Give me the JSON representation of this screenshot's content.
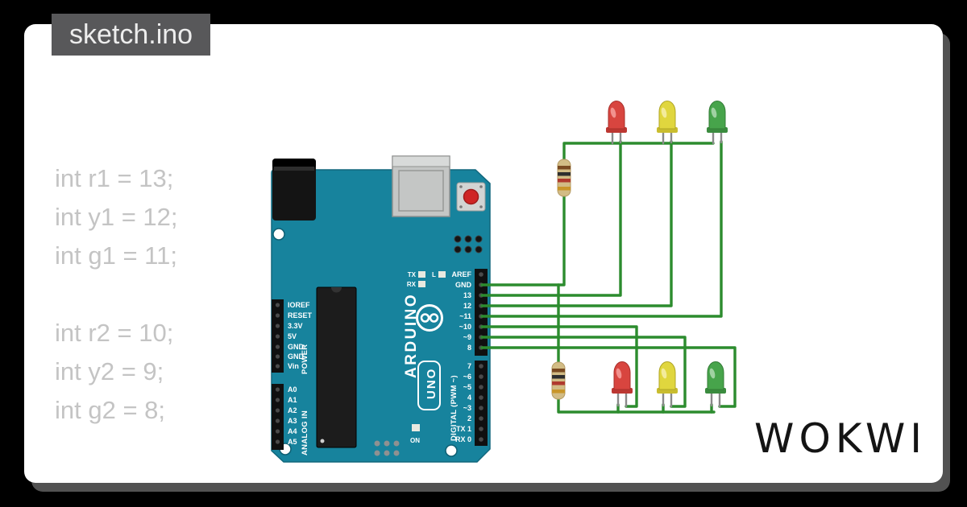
{
  "tab": {
    "title": "sketch.ino"
  },
  "code": {
    "lines": [
      "int r1 = 13;",
      "int y1 = 12;",
      "int g1 = 11;",
      "",
      "int r2 = 10;",
      "int y2 = 9;",
      "int g2 = 8;"
    ]
  },
  "board": {
    "brand": "ARDUINO",
    "model": "UNO",
    "digital_pins": [
      "AREF",
      "GND",
      "13",
      "12",
      "~11",
      "~10",
      "~9",
      "8",
      "7",
      "~6",
      "~5",
      "4",
      "~3",
      "2",
      "TX 1",
      "RX 0"
    ],
    "digital_caption": "DIGITAL (PWM ~)",
    "power_pins": [
      "IOREF",
      "RESET",
      "3.3V",
      "5V",
      "GND",
      "GND",
      "Vin"
    ],
    "power_caption": "POWER",
    "analog_pins": [
      "A0",
      "A1",
      "A2",
      "A3",
      "A4",
      "A5"
    ],
    "analog_caption": "ANALOG IN",
    "tx_label": "TX",
    "rx_label": "RX",
    "l_label": "L",
    "on_label": "ON"
  },
  "logo": {
    "text": "WOKWI"
  },
  "colors": {
    "board": "#17839d",
    "wire": "#2c8c2e",
    "led_red": "#d8453f",
    "led_yellow": "#e0d63e",
    "led_green": "#47a44b",
    "resistor_body": "#d2bc85",
    "tab_bg": "#58585a",
    "code_text": "#c4c4c4"
  }
}
